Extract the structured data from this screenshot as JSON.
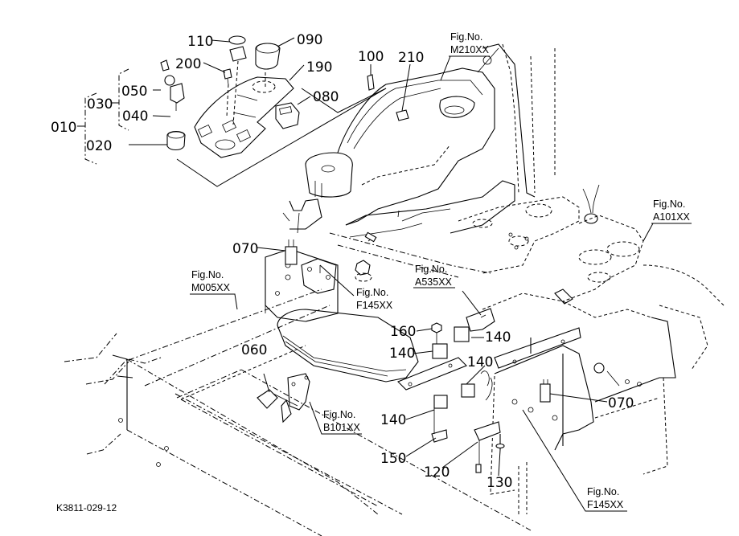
{
  "diagram": {
    "title": "Tractor panel switches and relays exploded parts diagram",
    "drawing_code": "K3811-029-12",
    "part_labels": {
      "p010": "010",
      "p020": "020",
      "p030": "030",
      "p040": "040",
      "p050": "050",
      "p060": "060",
      "p070a": "070",
      "p070b": "070",
      "p080": "080",
      "p090": "090",
      "p100": "100",
      "p110": "110",
      "p120": "120",
      "p130": "130",
      "p140a": "140",
      "p140b": "140",
      "p140c": "140",
      "p140d": "140",
      "p150": "150",
      "p160": "160",
      "p190": "190",
      "p200": "200",
      "p210": "210"
    },
    "figure_refs": {
      "fig_prefix": "Fig.No.",
      "m210": "M210XX",
      "a101": "A101XX",
      "m005": "M005XX",
      "f145a": "F145XX",
      "a535": "A535XX",
      "b101": "B101XX",
      "f145b": "F145XX"
    }
  }
}
